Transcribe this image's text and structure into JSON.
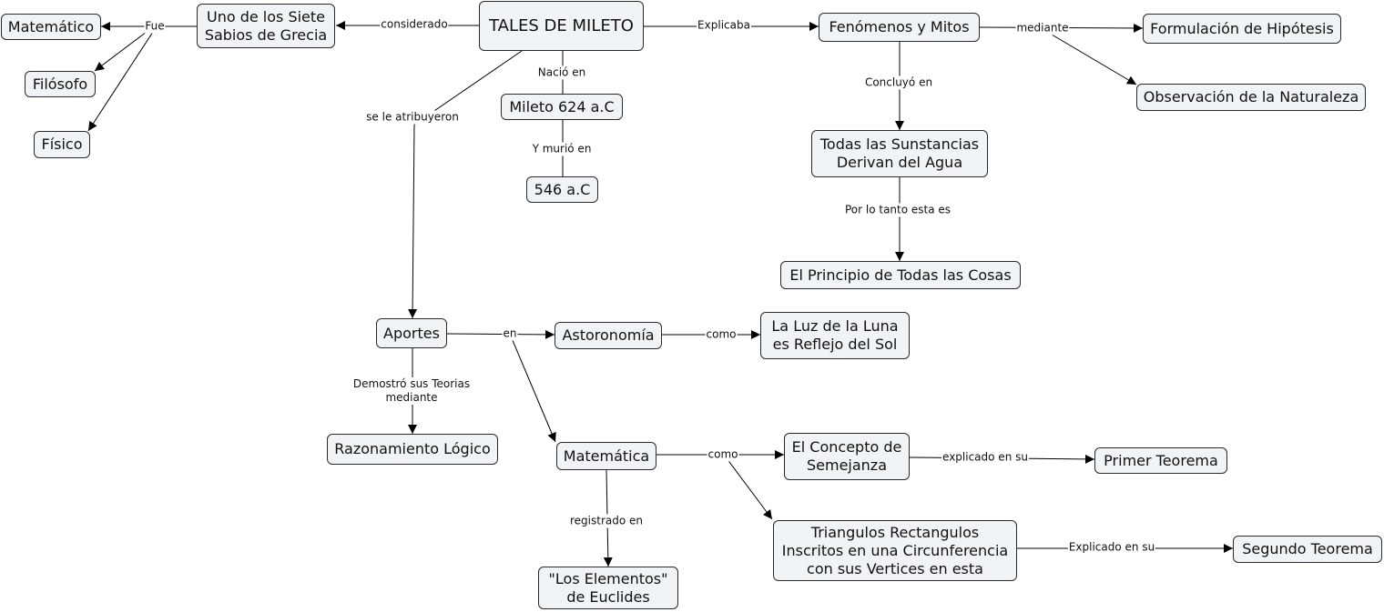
{
  "colors": {
    "node_fill": "#f0f4f6",
    "node_border": "#2a2a2a",
    "line": "#000000",
    "text": "#111111"
  },
  "nodes": {
    "tales": "TALES DE MILETO",
    "sabios": "Uno de los Siete\nSabios de Grecia",
    "matematico": "Matemático",
    "filosofo": "Filósofo",
    "fisico": "Físico",
    "mileto": "Mileto 624 a.C",
    "muerte": "546 a.C",
    "fenomenos": "Fenómenos y Mitos",
    "hipotesis": "Formulación de Hipótesis",
    "observacion": "Observación de la Naturaleza",
    "sustancias": "Todas las Sunstancias\nDerivan del Agua",
    "principio": "El Principio de Todas las Cosas",
    "aportes": "Aportes",
    "astronomia": "Astoronomía",
    "luz": "La Luz de la Luna\nes Reflejo del Sol",
    "razonamiento": "Razonamiento Lógico",
    "matematica": "Matemática",
    "semejanza": "El Concepto de\nSemejanza",
    "primer": "Primer Teorema",
    "triangulos": "Triangulos Rectangulos\nInscritos en una Circunferencia\ncon sus Vertices en esta",
    "segundo": "Segundo Teorema",
    "elementos": "\"Los Elementos\"\nde Euclides"
  },
  "links": {
    "considerado": "considerado",
    "fue": "Fue",
    "nacio": "Nació en",
    "murio": "Y murió en",
    "explicaba": "Explicaba",
    "mediante": "mediante",
    "concluyo": "Concluyó en",
    "por_lo_tanto": "Por lo tanto esta es",
    "atribuyeron": "se le atribuyeron",
    "en": "en",
    "como_astro": "como",
    "demostro": "Demostró sus Teorias\nmediante",
    "como_mate": "como",
    "explicado_su": "explicado en su",
    "explicado_su2": "Explicado en su",
    "registrado": "registrado en"
  }
}
